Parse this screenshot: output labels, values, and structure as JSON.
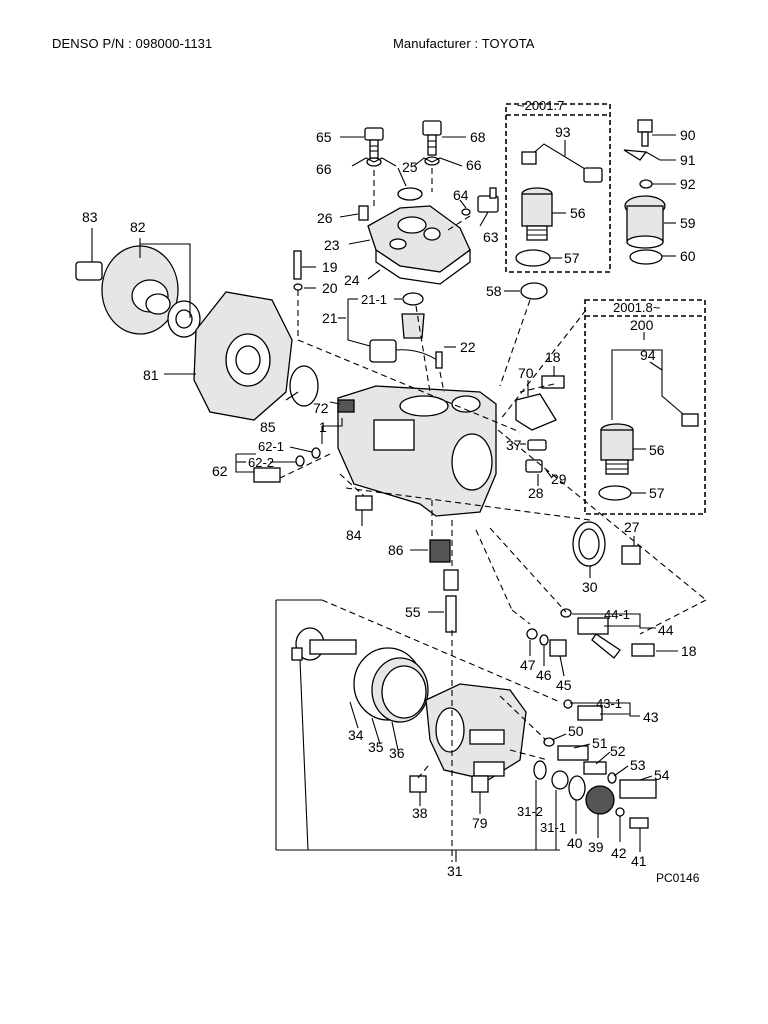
{
  "header": {
    "part_number": "DENSO P/N : 098000-1131",
    "manufacturer": "Manufacturer : TOYOTA"
  },
  "variants": {
    "early": "~2001.7",
    "late": "2001.8~"
  },
  "part_labels": {
    "p65": "65",
    "p68": "68",
    "p66a": "66",
    "p66b": "66",
    "p25": "25",
    "p64": "64",
    "p26": "26",
    "p63": "63",
    "p23": "23",
    "p24": "24",
    "p19": "19",
    "p20": "20",
    "p21_1": "21-1",
    "p21": "21",
    "p22": "22",
    "p58": "58",
    "p83": "83",
    "p82": "82",
    "p81": "81",
    "p85": "85",
    "p72": "72",
    "p1": "1",
    "p62_1": "62-1",
    "p62_2": "62-2",
    "p62": "62",
    "p18a": "18",
    "p70": "70",
    "p37": "37",
    "p29": "29",
    "p28": "28",
    "p84": "84",
    "p86": "86",
    "p30": "30",
    "p27": "27",
    "p55": "55",
    "p44_1": "44-1",
    "p44": "44",
    "p47": "47",
    "p46": "46",
    "p45": "45",
    "p18b": "18",
    "p43_1": "43-1",
    "p43": "43",
    "p50": "50",
    "p51": "51",
    "p52": "52",
    "p53": "53",
    "p54": "54",
    "p34": "34",
    "p35": "35",
    "p36": "36",
    "p38": "38",
    "p79": "79",
    "p31_2": "31-2",
    "p31_1": "31-1",
    "p40": "40",
    "p39": "39",
    "p42": "42",
    "p41": "41",
    "p31": "31",
    "p93": "93",
    "p56a": "56",
    "p57a": "57",
    "p90": "90",
    "p91": "91",
    "p92": "92",
    "p59": "59",
    "p60": "60",
    "p200": "200",
    "p94": "94",
    "p56b": "56",
    "p57b": "57"
  },
  "figure_code": "PC0146"
}
